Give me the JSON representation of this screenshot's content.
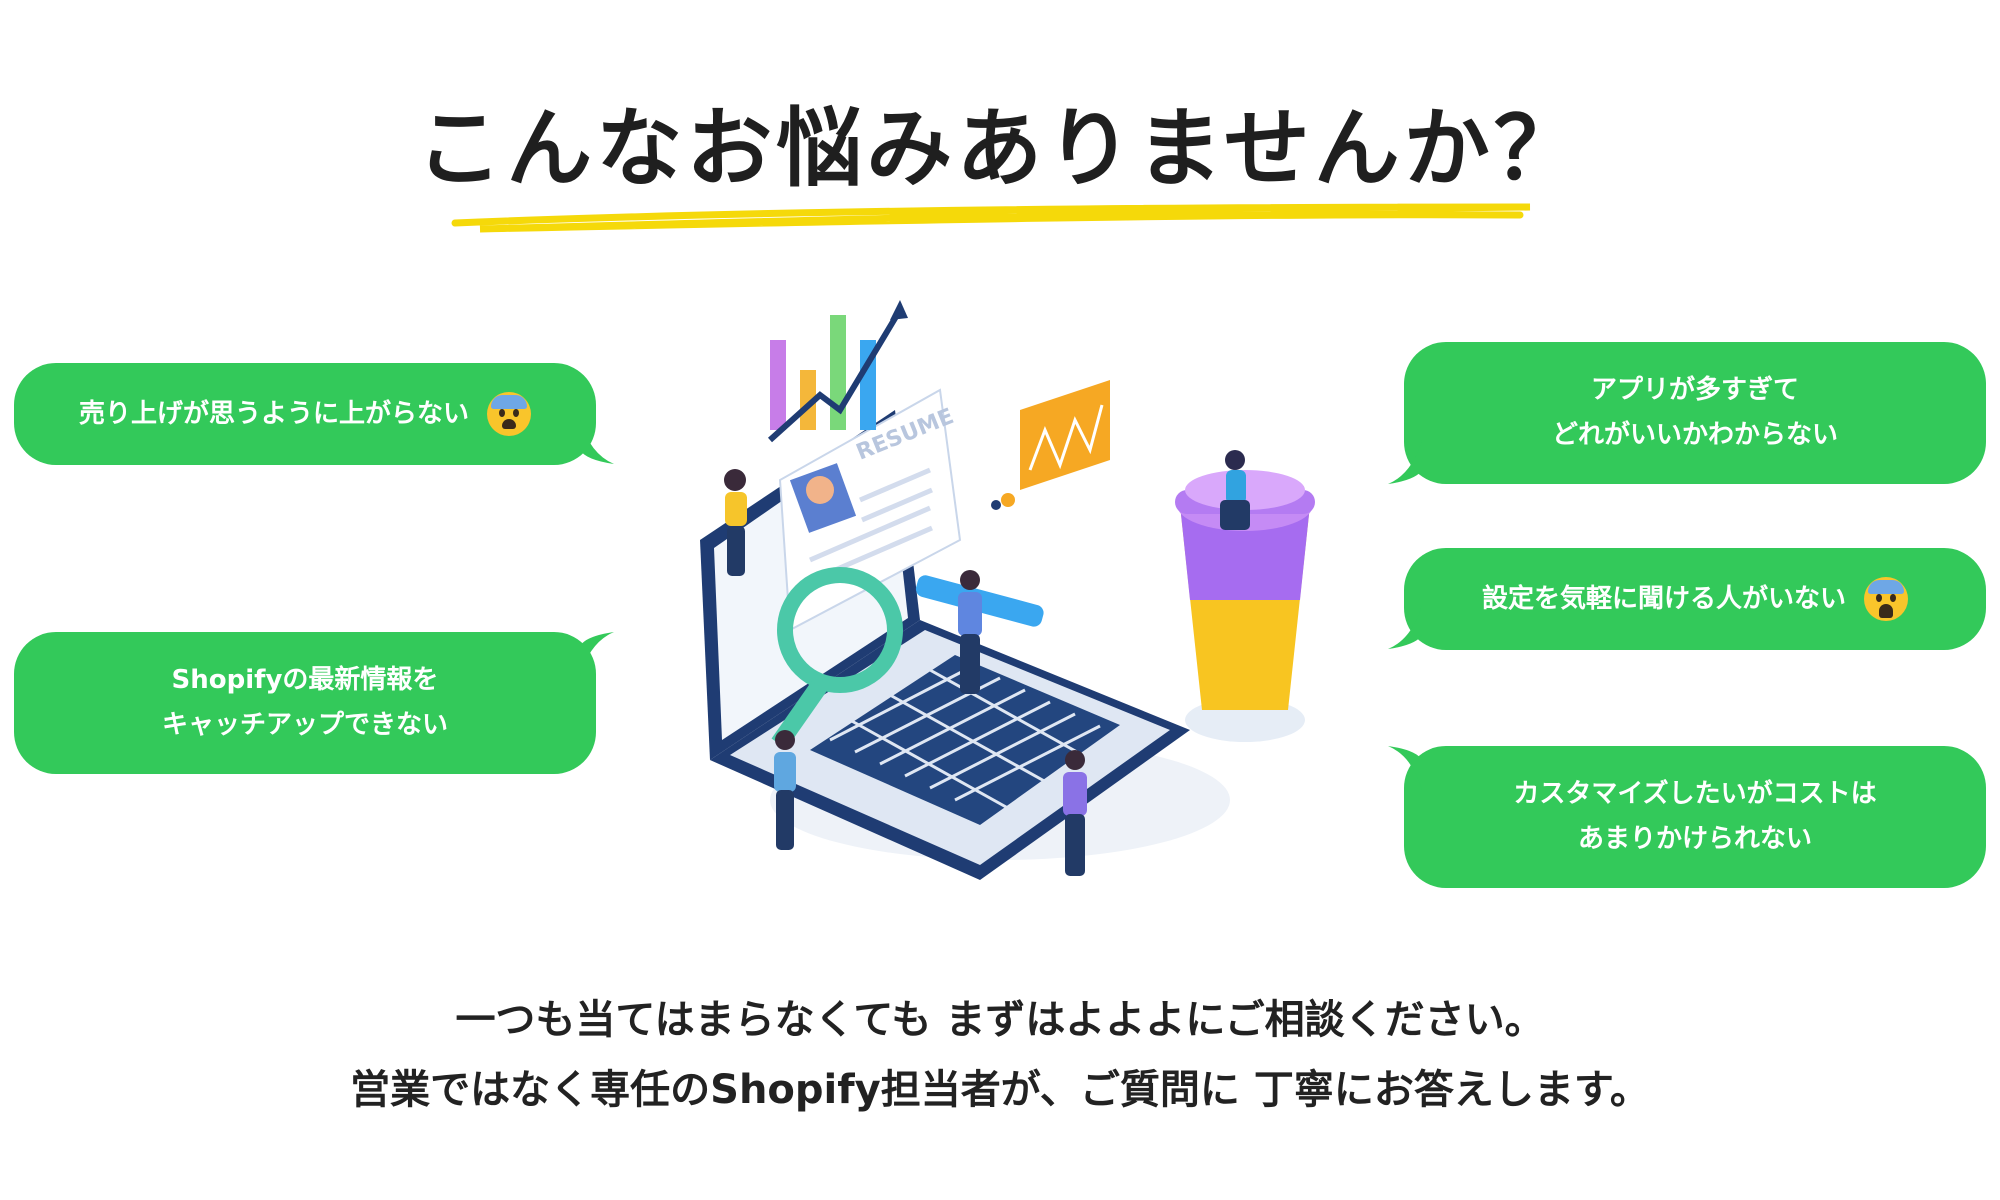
{
  "heading": {
    "title": "こんなお悩みありませんか？"
  },
  "concerns": {
    "left": [
      {
        "text": "売り上げが思うように上がらない",
        "icon": "anxious-face-icon"
      },
      {
        "text": "Shopifyの最新情報を\nキャッチアップできない"
      }
    ],
    "right": [
      {
        "text": "アプリが多すぎて\nどれがいいかわからない"
      },
      {
        "text": "設定を気軽に聞ける人がいない",
        "icon": "screaming-face-icon"
      },
      {
        "text": "カスタマイズしたいがコストは\nあまりかけられない"
      }
    ]
  },
  "illustration": {
    "resume_label": "RESUME"
  },
  "footer": {
    "line1": "一つも当てはまらなくても まずはよよよにご相談ください。",
    "line2": "営業ではなく専任のShopify担当者が、ご質問に 丁寧にお答えします。"
  },
  "colors": {
    "bubble": "#33c95a",
    "underline": "#f5d90a",
    "text": "#222222"
  }
}
